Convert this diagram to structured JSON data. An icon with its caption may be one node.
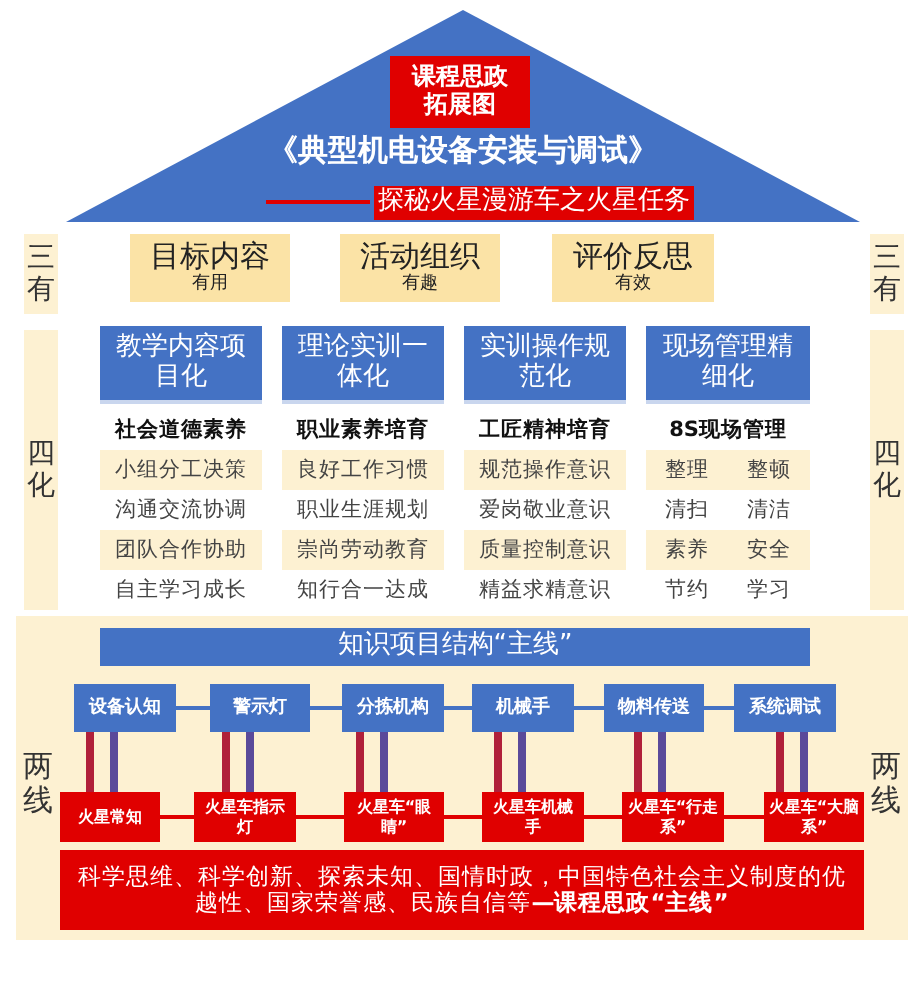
{
  "diagram": {
    "nodes": [
      {
        "text": [
          "《典型机电设备安装与调试》",
          "探秘火星漫游车之火星任务"
        ]
      },
      {
        "text": [
          "课程思政拓展图"
        ],
        "in": 0
      },
      {
        "text": [
          "三有"
        ]
      },
      {
        "text": [
          "目标内容",
          "有用"
        ]
      },
      {
        "text": [
          "活动组织",
          "有趣"
        ]
      },
      {
        "text": [
          "评价反思",
          "有效"
        ]
      },
      {
        "text": [
          "三有"
        ]
      },
      {
        "text": [
          "四化"
        ]
      },
      {
        "text": [
          "教学内容项目化"
        ]
      },
      {
        "text": [
          "理论实训一体化"
        ]
      },
      {
        "text": [
          "实训操作规范化"
        ]
      },
      {
        "text": [
          "现场管理精细化"
        ]
      },
      {
        "text": [
          "社会道德素养",
          "小组分工决策",
          "沟通交流协调",
          "团队合作协助",
          "自主学习成长"
        ]
      },
      {
        "text": [
          "职业素养培育",
          "良好工作习惯",
          "职业生涯规划",
          "崇尚劳动教育",
          "知行合一达成"
        ]
      },
      {
        "text": [
          "工匠精神培育",
          "规范操作意识",
          "爱岗敬业意识",
          "质量控制意识",
          "精益求精意识"
        ]
      },
      {
        "text": [
          "8S现场管理",
          "整理",
          "整顿",
          "清扫",
          "清洁",
          "素养",
          "安全",
          "节约",
          "学习"
        ]
      },
      {
        "text": [
          "四化"
        ]
      },
      {
        "text": [
          "两线"
        ]
      },
      {
        "text": [
          "知识项目结构“主线”"
        ]
      },
      {
        "text": [
          "设备认知"
        ]
      },
      {
        "text": [
          "警示灯"
        ]
      },
      {
        "text": [
          "分拣机构"
        ]
      },
      {
        "text": [
          "机械手"
        ]
      },
      {
        "text": [
          "物料传送"
        ]
      },
      {
        "text": [
          "系统调试"
        ]
      },
      {
        "text": [
          "火星常知"
        ]
      },
      {
        "text": [
          "火星车指示灯"
        ]
      },
      {
        "text": [
          "火星车“眼睛”"
        ]
      },
      {
        "text": [
          "火星车机械手"
        ]
      },
      {
        "text": [
          "火星车“行走系”"
        ]
      },
      {
        "text": [
          "火星车“大脑系”"
        ]
      },
      {
        "text": [
          "两线"
        ]
      },
      {
        "text": [
          "科学思维、科学创新、探索未知、国情时政，中国特色社会主义制度的优越性、国家荣誉感、民族自信等**—课程思政“主线”**"
        ]
      }
    ],
    "edges": [
      {
        "from": 19,
        "to": 20,
        "arrow": "none",
        "color": "#4472c4"
      },
      {
        "from": 20,
        "to": 21,
        "arrow": "none",
        "color": "#4472c4"
      },
      {
        "from": 21,
        "to": 22,
        "arrow": "none",
        "color": "#4472c4"
      },
      {
        "from": 22,
        "to": 23,
        "arrow": "none",
        "color": "#4472c4"
      },
      {
        "from": 23,
        "to": 24,
        "arrow": "none",
        "color": "#4472c4"
      },
      {
        "from": 19,
        "to": 25,
        "arrow": "none",
        "color": "#b0203a"
      },
      {
        "from": 19,
        "to": 25,
        "arrow": "none",
        "color": "#5a4a9a"
      },
      {
        "from": 20,
        "to": 26,
        "arrow": "none",
        "color": "#b0203a"
      },
      {
        "from": 20,
        "to": 26,
        "arrow": "none",
        "color": "#5a4a9a"
      },
      {
        "from": 21,
        "to": 27,
        "arrow": "none",
        "color": "#b0203a"
      },
      {
        "from": 21,
        "to": 27,
        "arrow": "none",
        "color": "#5a4a9a"
      },
      {
        "from": 22,
        "to": 28,
        "arrow": "none",
        "color": "#b0203a"
      },
      {
        "from": 22,
        "to": 28,
        "arrow": "none",
        "color": "#5a4a9a"
      },
      {
        "from": 23,
        "to": 29,
        "arrow": "none",
        "color": "#b0203a"
      },
      {
        "from": 23,
        "to": 29,
        "arrow": "none",
        "color": "#5a4a9a"
      },
      {
        "from": 24,
        "to": 30,
        "arrow": "none",
        "color": "#b0203a"
      },
      {
        "from": 24,
        "to": 30,
        "arrow": "none",
        "color": "#5a4a9a"
      },
      {
        "from": 25,
        "to": 26,
        "arrow": "none",
        "color": "#e00000"
      },
      {
        "from": 26,
        "to": 27,
        "arrow": "none",
        "color": "#e00000"
      },
      {
        "from": 27,
        "to": 28,
        "arrow": "none",
        "color": "#e00000"
      },
      {
        "from": 28,
        "to": 29,
        "arrow": "none",
        "color": "#e00000"
      },
      {
        "from": 29,
        "to": 30,
        "arrow": "none",
        "color": "#e00000"
      }
    ]
  }
}
